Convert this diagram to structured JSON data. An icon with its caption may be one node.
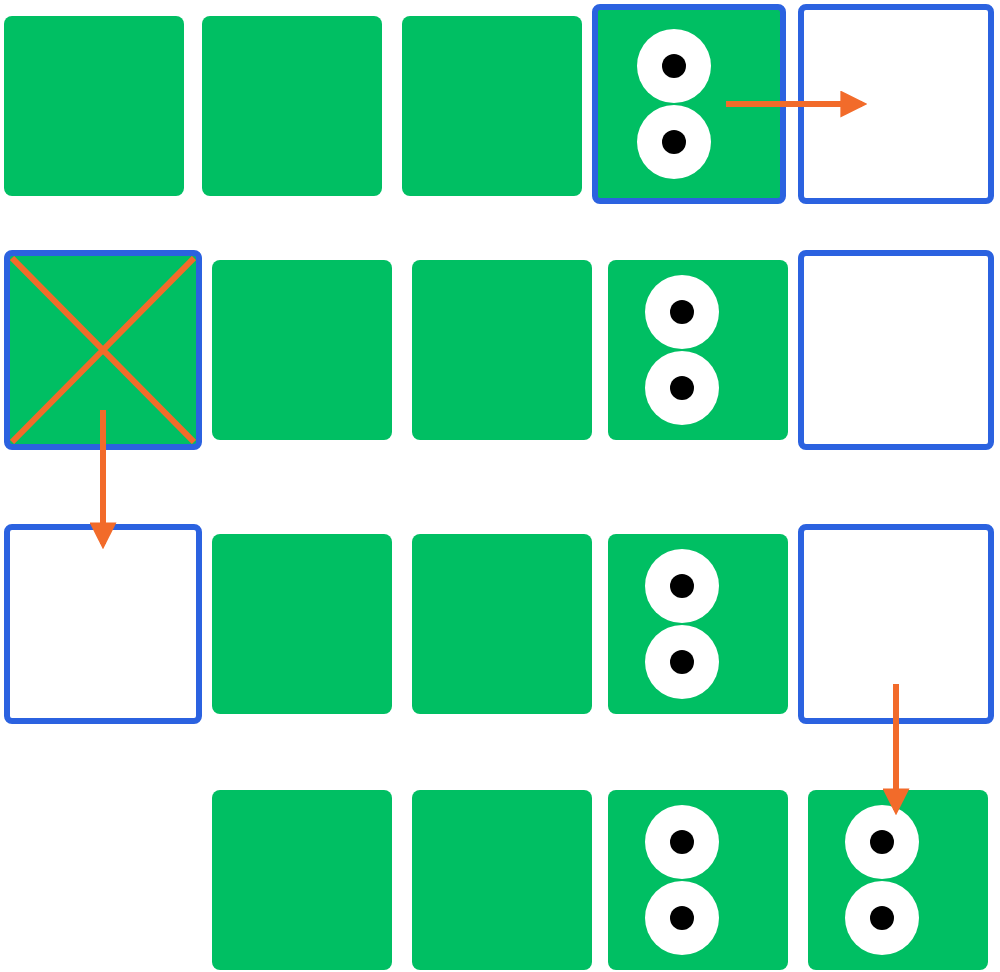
{
  "diagram": {
    "nodes": [
      {
        "text": [],
        "shape": "box"
      },
      {
        "text": [],
        "shape": "box"
      },
      {
        "text": [],
        "shape": "box"
      },
      {
        "text": [],
        "shape": "box"
      },
      {
        "text": [],
        "shape": "box"
      },
      {
        "text": [],
        "shape": "box"
      },
      {
        "text": [],
        "shape": "box"
      },
      {
        "text": [],
        "shape": "box"
      },
      {
        "text": [],
        "shape": "box"
      },
      {
        "text": [],
        "shape": "box"
      },
      {
        "text": [],
        "shape": "box"
      },
      {
        "text": [],
        "shape": "box"
      },
      {
        "text": [],
        "shape": "box"
      },
      {
        "text": [],
        "shape": "box"
      },
      {
        "text": [],
        "shape": "box"
      },
      {
        "text": [],
        "shape": "box"
      },
      {
        "text": [],
        "shape": "box"
      },
      {
        "text": [],
        "shape": "box"
      },
      {
        "text": [],
        "shape": "box"
      }
    ],
    "edges": [
      {
        "from": 3,
        "to": 4,
        "arrow": "to"
      },
      {
        "from": 5,
        "to": 10,
        "arrow": "to"
      },
      {
        "from": 14,
        "to": 18,
        "arrow": "to"
      }
    ]
  }
}
